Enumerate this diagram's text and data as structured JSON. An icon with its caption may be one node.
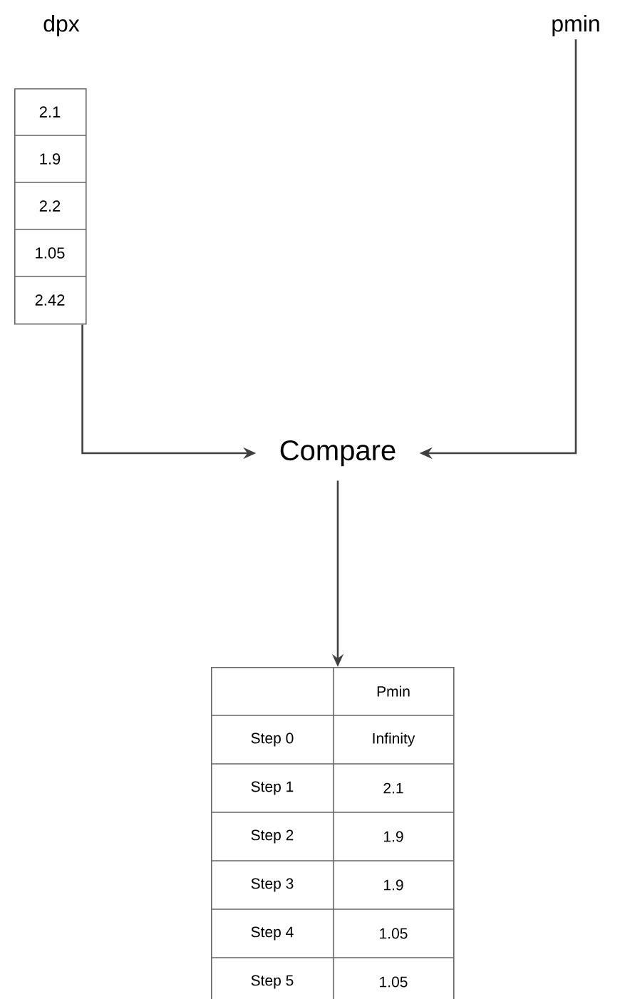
{
  "diagram": {
    "nodes": [
      {
        "text": [
          "dpx",
          "2.1",
          "1.9",
          "2.2",
          "1.05",
          "2.42"
        ]
      },
      {
        "text": [
          "pmin"
        ]
      },
      {
        "text": [
          "Compare"
        ]
      },
      {
        "text": [
          "Pmin",
          "Step 0",
          "Infinity",
          "Step 1",
          "2.1",
          "Step 2",
          "1.9",
          "Step 3",
          "1.9",
          "Step 4",
          "1.05",
          "Step 5",
          "1.05"
        ]
      }
    ],
    "edges": [
      {
        "from": 0,
        "to": 2,
        "arrow": "to"
      },
      {
        "from": 1,
        "to": 2,
        "arrow": "to"
      },
      {
        "from": 2,
        "to": 3,
        "arrow": "to"
      }
    ]
  }
}
